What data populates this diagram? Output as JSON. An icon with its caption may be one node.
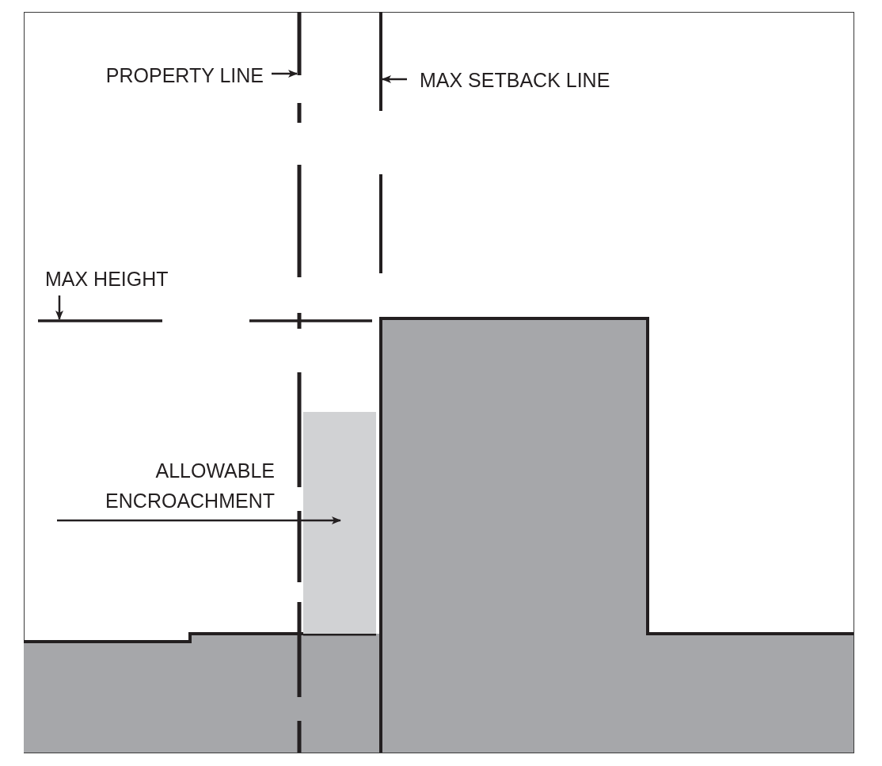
{
  "diagram": {
    "nodes": [
      {
        "text": [
          "PROPERTY LINE"
        ]
      },
      {
        "text": [],
        "shape": "line"
      },
      {
        "text": [
          "MAX SETBACK LINE"
        ]
      },
      {
        "text": [],
        "shape": "line"
      },
      {
        "text": [
          "MAX HEIGHT"
        ]
      },
      {
        "text": [],
        "shape": "line"
      },
      {
        "text": [
          "ALLOWABLE ENCROACHMENT"
        ]
      },
      {
        "text": [],
        "shape": "box"
      }
    ],
    "edges": [
      {
        "from": 0,
        "to": 1,
        "arrow": "to"
      },
      {
        "from": 2,
        "to": 3,
        "arrow": "to"
      },
      {
        "from": 4,
        "to": 5,
        "arrow": "to"
      },
      {
        "from": 6,
        "to": 7,
        "arrow": "to"
      }
    ]
  }
}
